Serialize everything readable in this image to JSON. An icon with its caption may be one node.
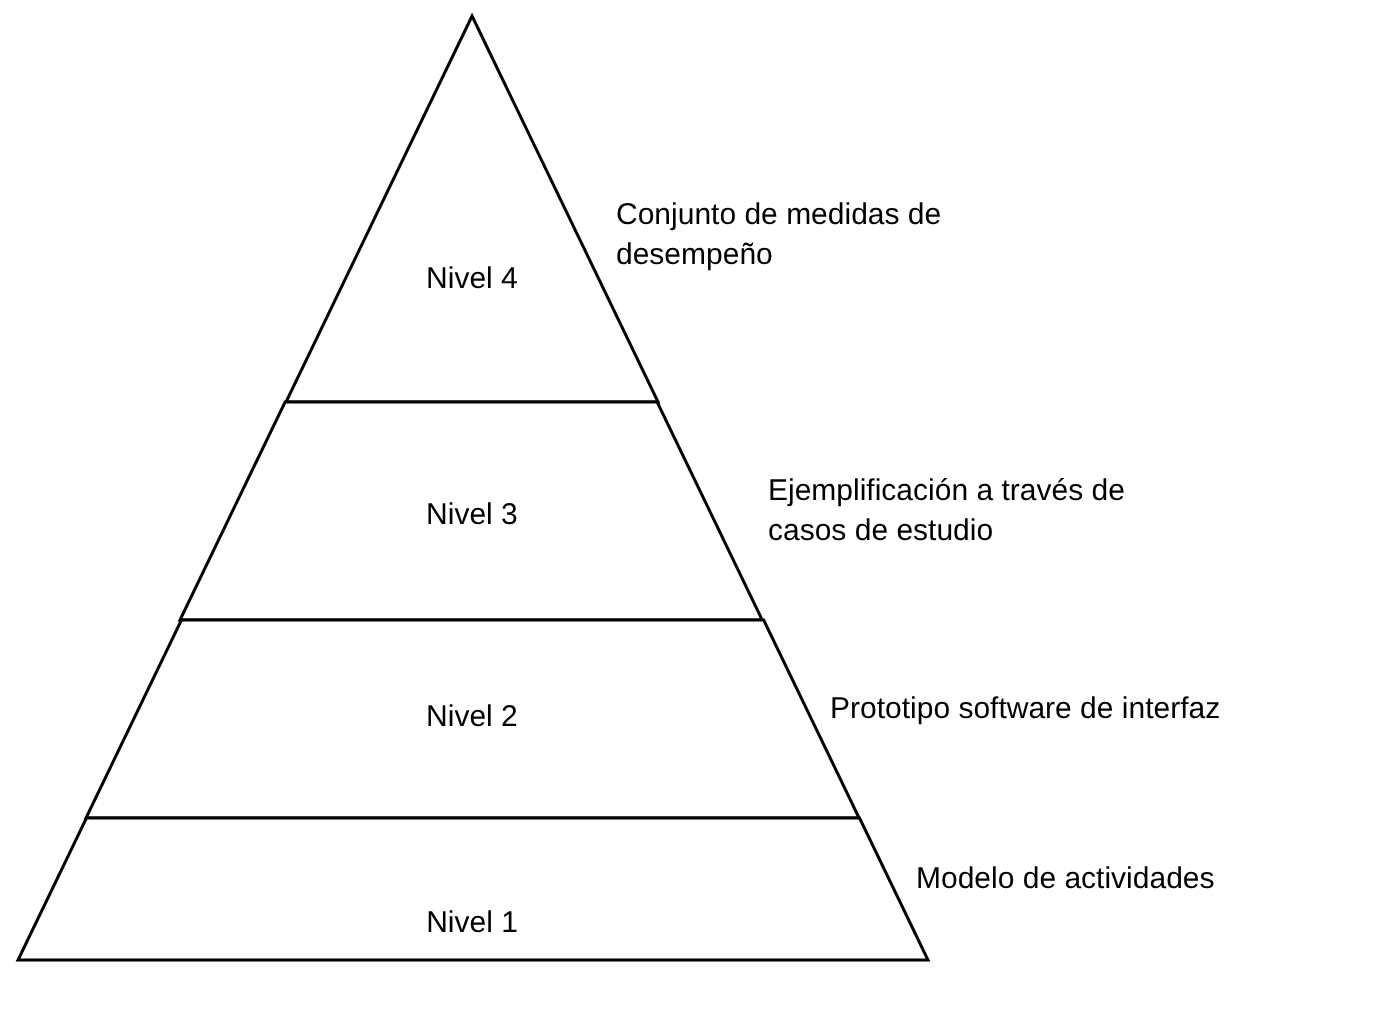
{
  "diagram": {
    "nodes": [
      {
        "text": [
          "Nivel 4"
        ],
        "beside": [
          "Conjunto de medidas de desempeño"
        ]
      },
      {
        "text": [
          "Nivel 3"
        ],
        "beside": [
          "Ejemplificación a través de casos de estudio"
        ]
      },
      {
        "text": [
          "Nivel 2"
        ],
        "beside": [
          "Prototipo software de interfaz"
        ]
      },
      {
        "text": [
          "Nivel 1"
        ],
        "beside": [
          "Modelo de actividades"
        ]
      }
    ],
    "edges": []
  }
}
